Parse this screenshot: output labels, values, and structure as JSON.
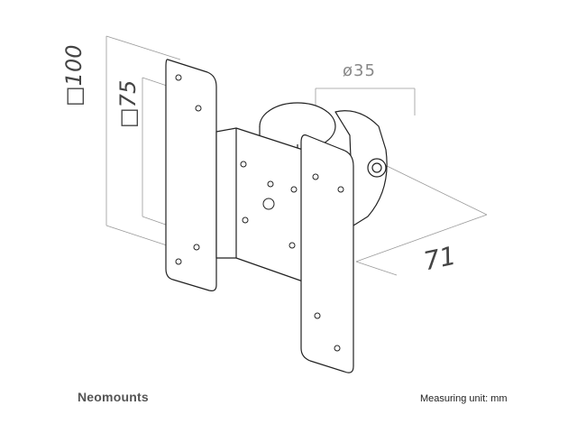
{
  "dimensions": {
    "outer_square": "□100",
    "inner_square": "□75",
    "diameter": "ø35",
    "depth": "71"
  },
  "footer": {
    "brand": "Neomounts",
    "unit_note": "Measuring unit: mm"
  },
  "colors": {
    "line": "#222222",
    "dimension_line": "#9a9a9a",
    "text": "#444444"
  }
}
